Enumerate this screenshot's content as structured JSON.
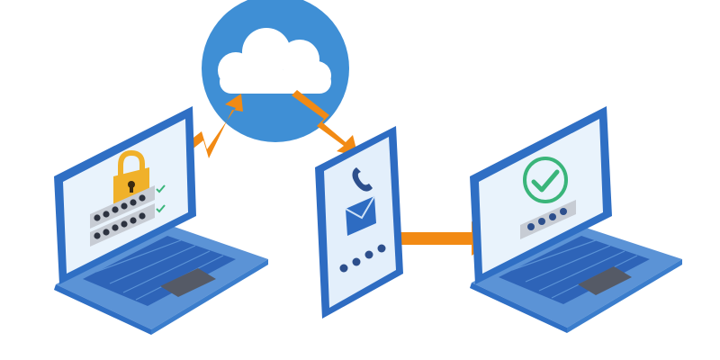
{
  "colors": {
    "background": "#ffffff",
    "cloud_circle": "#3f8fd5",
    "cloud": "#ffffff",
    "arrow": "#f28a14",
    "laptop_frame": "#2f6fc4",
    "laptop_screen": "#e9f3fc",
    "laptop_base": "#5b93d6",
    "keyboard_keys": "#2e64b8",
    "touchpad": "#555a66",
    "phone_frame": "#2e6cc2",
    "phone_screen": "#e3effb",
    "dots": "#2d4f8c",
    "password_field": "#c7ccd4",
    "check": "#3ab57a",
    "lock": "#f0b12a"
  },
  "icons": {
    "cloud": "cloud-icon",
    "lock": "padlock-icon",
    "phone": "phone-handset-icon",
    "mail": "envelope-icon",
    "check": "check-circle-icon"
  },
  "layout_hint": {
    "left_laptop_password_rows": 2,
    "left_laptop_dots_per_row": 6,
    "phone_pin_dots": 4,
    "right_laptop_pin_dots": 4
  }
}
